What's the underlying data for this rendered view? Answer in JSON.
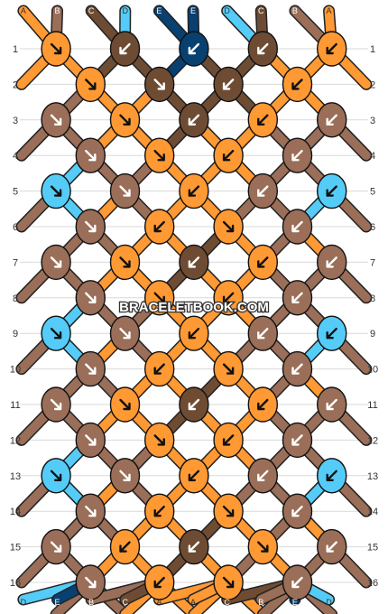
{
  "colors": {
    "A": "#ff9933",
    "B": "#9a6e58",
    "C": "#6e4c33",
    "D": "#55ccf8",
    "E": "#084070"
  },
  "top_strands": [
    "A",
    "B",
    "C",
    "D",
    "E",
    "E",
    "D",
    "C",
    "B",
    "A"
  ],
  "bottom_strands": [
    "D",
    "E",
    "B",
    "C",
    "A",
    "A",
    "C",
    "B",
    "E",
    "D"
  ],
  "row_labels": [
    "1",
    "2",
    "3",
    "4",
    "5",
    "6",
    "7",
    "8",
    "9",
    "10",
    "11",
    "12",
    "13",
    "14",
    "15",
    "16"
  ],
  "watermark": "BRACELETBOOK.COM",
  "knot_rows": [
    [
      [
        "A",
        "r"
      ],
      [
        "C",
        "l"
      ],
      [
        "E",
        "l"
      ],
      [
        "C",
        "l"
      ],
      [
        "A",
        "l"
      ]
    ],
    [
      [
        "A",
        "r"
      ],
      [
        "C",
        "r"
      ],
      [
        "C",
        "l"
      ],
      [
        "A",
        "l"
      ]
    ],
    [
      [
        "B",
        "r"
      ],
      [
        "A",
        "r"
      ],
      [
        "C",
        "l"
      ],
      [
        "A",
        "l"
      ],
      [
        "B",
        "l"
      ]
    ],
    [
      [
        "B",
        "r"
      ],
      [
        "A",
        "r"
      ],
      [
        "A",
        "l"
      ],
      [
        "B",
        "l"
      ]
    ],
    [
      [
        "D",
        "r"
      ],
      [
        "B",
        "r"
      ],
      [
        "A",
        "l"
      ],
      [
        "B",
        "l"
      ],
      [
        "D",
        "l"
      ]
    ],
    [
      [
        "B",
        "r"
      ],
      [
        "A",
        "l"
      ],
      [
        "A",
        "r"
      ],
      [
        "B",
        "l"
      ]
    ],
    [
      [
        "B",
        "r"
      ],
      [
        "A",
        "r"
      ],
      [
        "C",
        "l"
      ],
      [
        "A",
        "l"
      ],
      [
        "B",
        "l"
      ]
    ],
    [
      [
        "B",
        "r"
      ],
      [
        "A",
        "r"
      ],
      [
        "A",
        "l"
      ],
      [
        "B",
        "l"
      ]
    ],
    [
      [
        "D",
        "r"
      ],
      [
        "B",
        "r"
      ],
      [
        "A",
        "l"
      ],
      [
        "B",
        "l"
      ],
      [
        "D",
        "l"
      ]
    ],
    [
      [
        "B",
        "r"
      ],
      [
        "A",
        "l"
      ],
      [
        "A",
        "r"
      ],
      [
        "B",
        "l"
      ]
    ],
    [
      [
        "B",
        "r"
      ],
      [
        "A",
        "r"
      ],
      [
        "C",
        "l"
      ],
      [
        "A",
        "l"
      ],
      [
        "B",
        "l"
      ]
    ],
    [
      [
        "B",
        "r"
      ],
      [
        "A",
        "r"
      ],
      [
        "A",
        "l"
      ],
      [
        "B",
        "l"
      ]
    ],
    [
      [
        "D",
        "r"
      ],
      [
        "B",
        "r"
      ],
      [
        "A",
        "l"
      ],
      [
        "B",
        "l"
      ],
      [
        "D",
        "l"
      ]
    ],
    [
      [
        "B",
        "r"
      ],
      [
        "A",
        "l"
      ],
      [
        "A",
        "r"
      ],
      [
        "B",
        "l"
      ]
    ],
    [
      [
        "B",
        "r"
      ],
      [
        "A",
        "l"
      ],
      [
        "C",
        "l"
      ],
      [
        "A",
        "r"
      ],
      [
        "B",
        "l"
      ]
    ],
    [
      [
        "B",
        "r"
      ],
      [
        "A",
        "l"
      ],
      [
        "A",
        "r"
      ],
      [
        "B",
        "l"
      ]
    ]
  ]
}
